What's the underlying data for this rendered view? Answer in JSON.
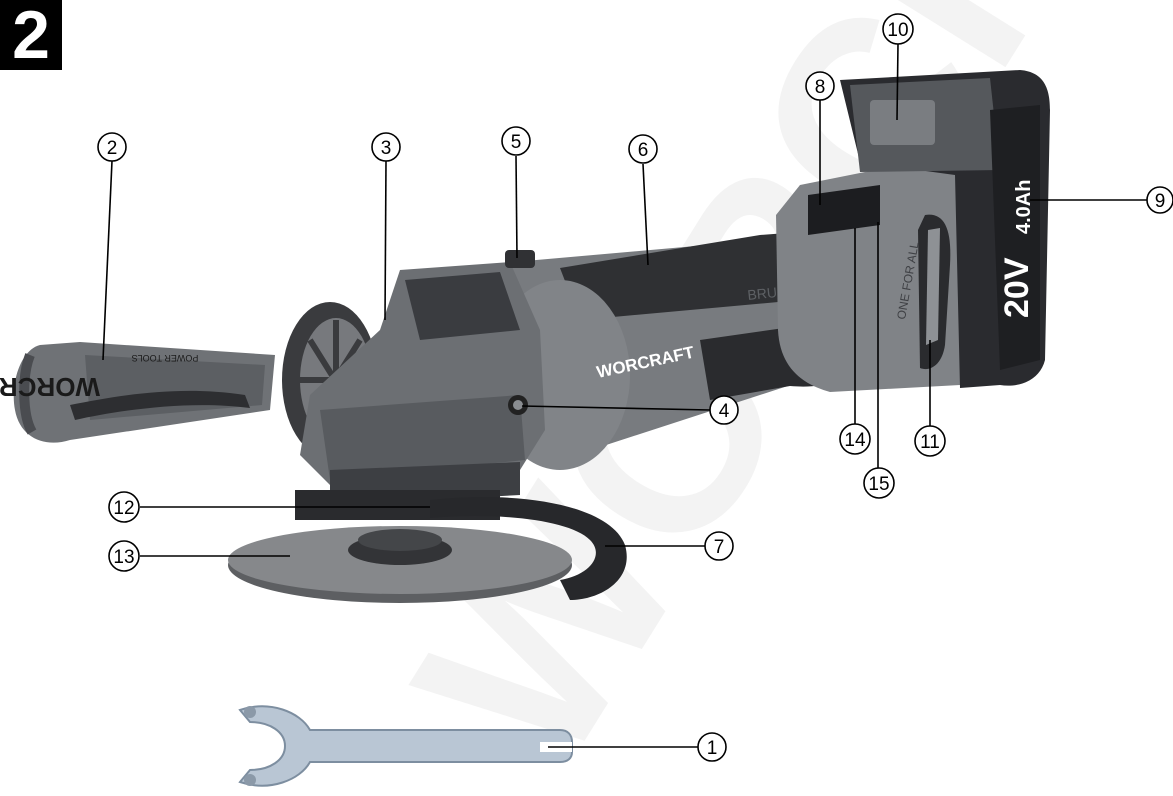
{
  "figure": {
    "number": "2",
    "brand_main": "WORCRAFT",
    "brand_handle": "WORCRAFT",
    "handle_subtext": "POWER TOOLS",
    "motor_text": "BRUSHLESS",
    "battery_voltage": "20V",
    "battery_capacity": "4.0Ah",
    "platform_text": "ONE FOR ALL",
    "watermark": "WORCRAFT"
  },
  "callouts": [
    {
      "id": "1",
      "label": "1"
    },
    {
      "id": "2",
      "label": "2"
    },
    {
      "id": "3",
      "label": "3"
    },
    {
      "id": "4",
      "label": "4"
    },
    {
      "id": "5",
      "label": "5"
    },
    {
      "id": "6",
      "label": "6"
    },
    {
      "id": "7",
      "label": "7"
    },
    {
      "id": "8",
      "label": "8"
    },
    {
      "id": "9",
      "label": "9"
    },
    {
      "id": "10",
      "label": "10"
    },
    {
      "id": "11",
      "label": "11"
    },
    {
      "id": "12",
      "label": "12"
    },
    {
      "id": "13",
      "label": "13"
    },
    {
      "id": "14",
      "label": "14"
    },
    {
      "id": "15",
      "label": "15"
    }
  ],
  "colors": {
    "tool_gray": "#7b7e82",
    "tool_dark": "#2b2c2f",
    "grip_black": "#1f2022",
    "wrench_steel": "#b9c6d4",
    "watermark": "#f2f2f2"
  }
}
